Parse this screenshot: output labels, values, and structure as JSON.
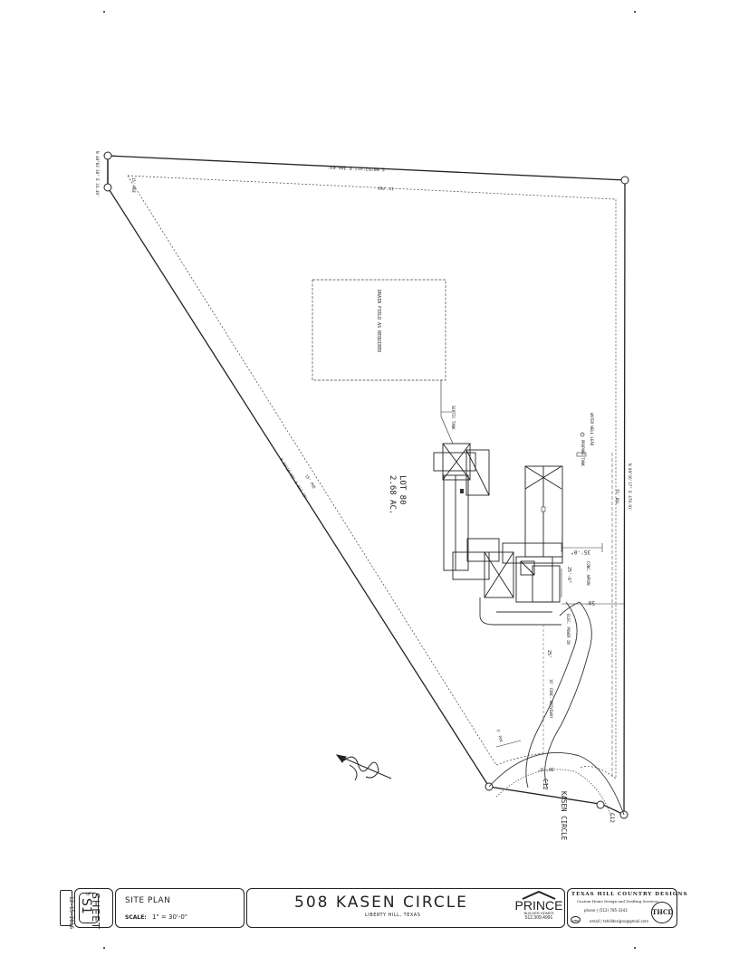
{
  "sheet": {
    "number": "S1",
    "word": "SHEET",
    "of": "of",
    "date": "12-15-2016"
  },
  "title": {
    "name": "SITE PLAN",
    "scale_label": "SCALE:",
    "scale_value": "1\" = 30'-0\""
  },
  "project": {
    "address": "508 KASEN CIRCLE",
    "city": "LIBERTY HILL, TEXAS"
  },
  "builder": {
    "name": "PRINCE",
    "subtitle": "BUILDER HOMES",
    "phone": "512.309.4991"
  },
  "firm": {
    "name": "TEXAS HILL COUNTRY DESIGNS",
    "tagline": "Custom Home Design and Drafting Services",
    "phone": "phone | (512) 785-3343",
    "email": "email | txhilldesigns@gmail.com",
    "badge": "AIBD",
    "monogram": "THCD"
  },
  "plan_labels": {
    "top_bearing": "S 00°52'41\" E   386.03'",
    "left_short": "N 48°03'38\" E   24.49'",
    "left_bearing": "N 39°10'08\" E   511.10'",
    "right_bearing": "N 89°26'17\" E   479.91'",
    "pl_top": "15' PUE",
    "bl_top": "15' BSL",
    "pl_left": "15' PUE",
    "bl_left": "15' BSL",
    "pl_right": "75' BSL",
    "top_left_corner": "15' PUE",
    "drain_field": "DRAIN FIELD AS REQUIRED",
    "septic_tank": "SEPTIC TANK",
    "water_well": "WATER WELL LEAD",
    "propane_tank": "PROPANE TANK",
    "lot": "LOT 80",
    "acreage": "2.68 AC.",
    "dim_setback": "35'-0\"",
    "dim_apron": "25'-6\"",
    "apron_label": "CONC. APRON",
    "dim_50": "50'",
    "elec_pole": "ELEC. POWER IN",
    "driveway": "16' CONC. DRIVEWAY",
    "dim_25": "25'",
    "pue_small": "5' PUE",
    "curve_dim": "30'-0\"",
    "c12": "C12",
    "c12_upper": "C12",
    "street": "KASEN CIRCLE"
  }
}
